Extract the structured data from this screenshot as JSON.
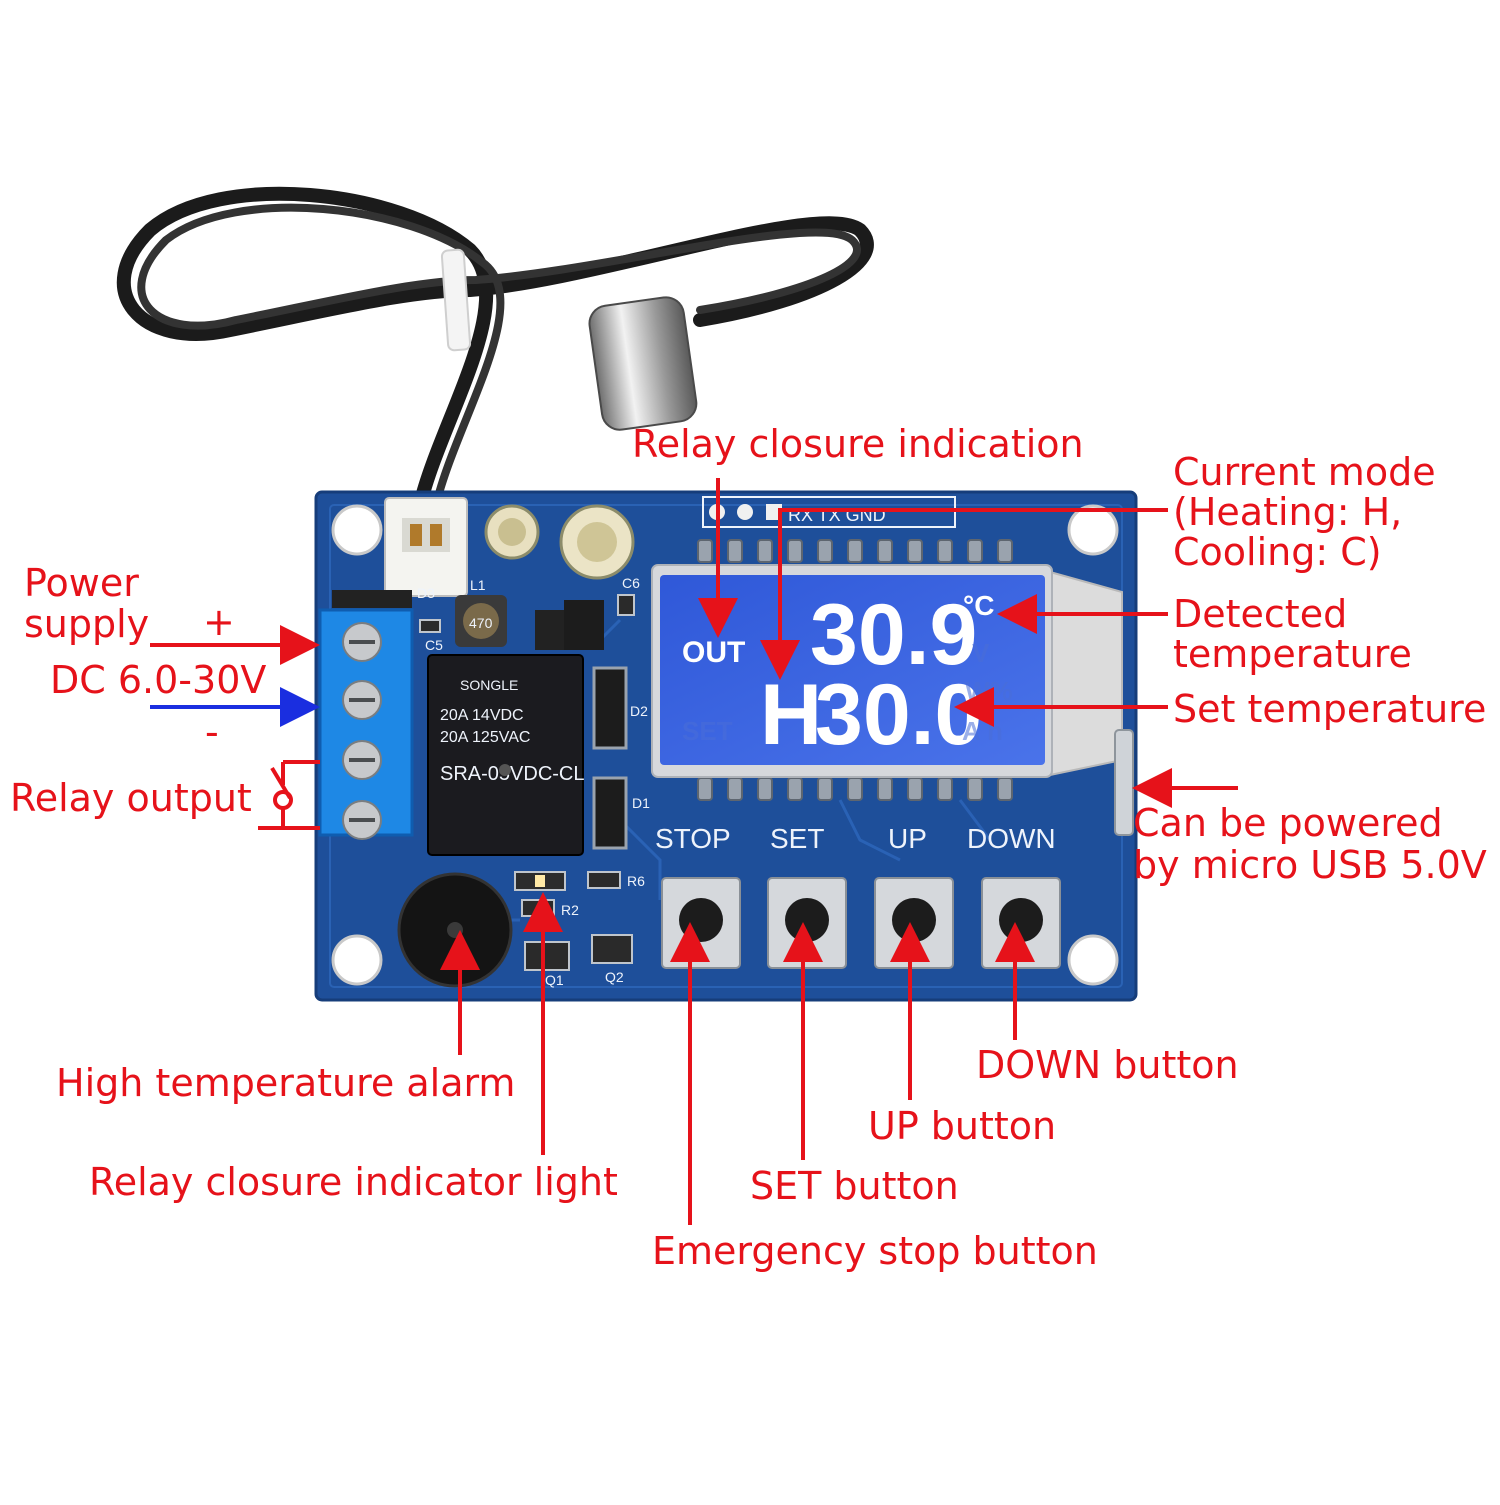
{
  "labels": {
    "power_supply": "Power supply",
    "plus": "+",
    "voltage": "DC 6.0-30V",
    "minus": "-",
    "relay_output": "Relay output",
    "relay_closure_indication": "Relay closure indication",
    "current_mode_line1": "Current mode",
    "current_mode_line2": "(Heating: H,",
    "current_mode_line3": "Cooling: C)",
    "detected_temperature_line1": "Detected",
    "detected_temperature_line2": "temperature",
    "set_temperature": "Set temperature",
    "usb_line1": "Can be powered",
    "usb_line2": "by micro USB 5.0V",
    "high_temp_alarm": "High temperature alarm",
    "relay_indicator_light": "Relay closure indicator light",
    "down_button": "DOWN button",
    "up_button": "UP button",
    "set_button": "SET button",
    "emergency_stop": "Emergency stop button"
  },
  "board": {
    "buttons": [
      "STOP",
      "SET",
      "UP",
      "DOWN"
    ],
    "serial_header": "RX TX GND",
    "relay_brand": "SONGLE",
    "relay_model": "SRA-05VDC-CL",
    "relay_rating_1": "20A 14VDC",
    "relay_rating_2": "20A 125VAC",
    "inductor_code": "470"
  },
  "lcd": {
    "out_label": "OUT",
    "set_label": "SET",
    "mode": "H",
    "detected_temp": "30.9",
    "set_temp": "30.0",
    "unit": "°C",
    "ghost_v": "V",
    "ghost_w": "W%",
    "ghost_ah": "A h"
  },
  "silkscreen": {
    "D1": "D1",
    "D2": "D2",
    "D3": "D3",
    "C5": "C5",
    "C6": "C6",
    "L1": "L1",
    "R2": "R2",
    "R6": "R6",
    "Q1": "Q1",
    "Q2": "Q2"
  },
  "colors": {
    "annotation": "#e6121a",
    "pcb": "#1e4f9a",
    "lcd_background": "#3a63e0",
    "terminal_block": "#1e88e5",
    "minus_arrow": "#1a2ee0"
  }
}
